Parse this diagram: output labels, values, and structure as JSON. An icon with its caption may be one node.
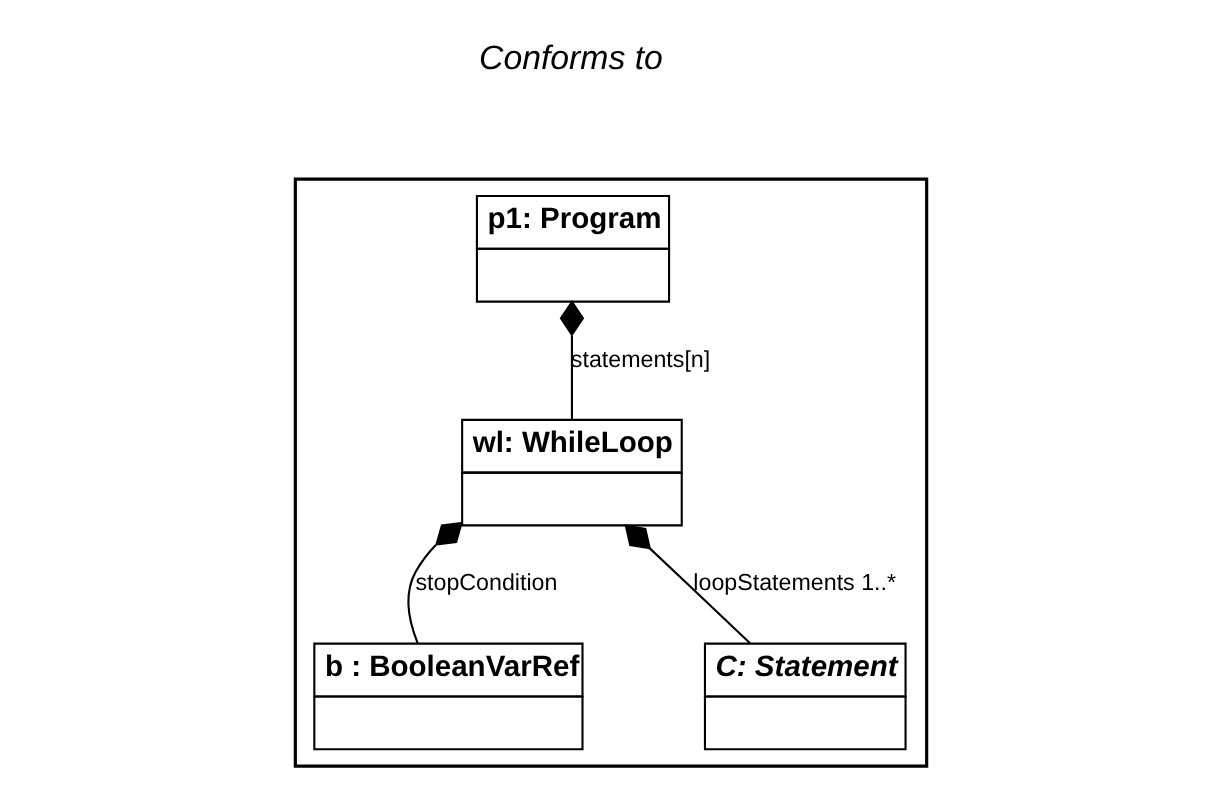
{
  "diagram": {
    "nodes": [
      {
        "text": [],
        "shape": "box"
      },
      {
        "text": [
          "p1: Program"
        ],
        "in": 0
      },
      {
        "text": [
          "b : BooleanVarRef"
        ],
        "in": 0
      },
      {
        "text": [
          "wl: WhileLoop"
        ],
        "in": 0
      },
      {
        "text": [
          "C: Statement"
        ],
        "in": 0
      }
    ],
    "edges": [
      {
        "from": 1,
        "to": 3,
        "arrow": "other",
        "label": "statements[n]"
      },
      {
        "from": 3,
        "to": 2,
        "arrow": "other",
        "label": "stopCondition"
      },
      {
        "from": 3,
        "to": 4,
        "arrow": "other",
        "label": "loopStatements 1..*"
      }
    ],
    "labels": [
      "Conforms to"
    ]
  }
}
